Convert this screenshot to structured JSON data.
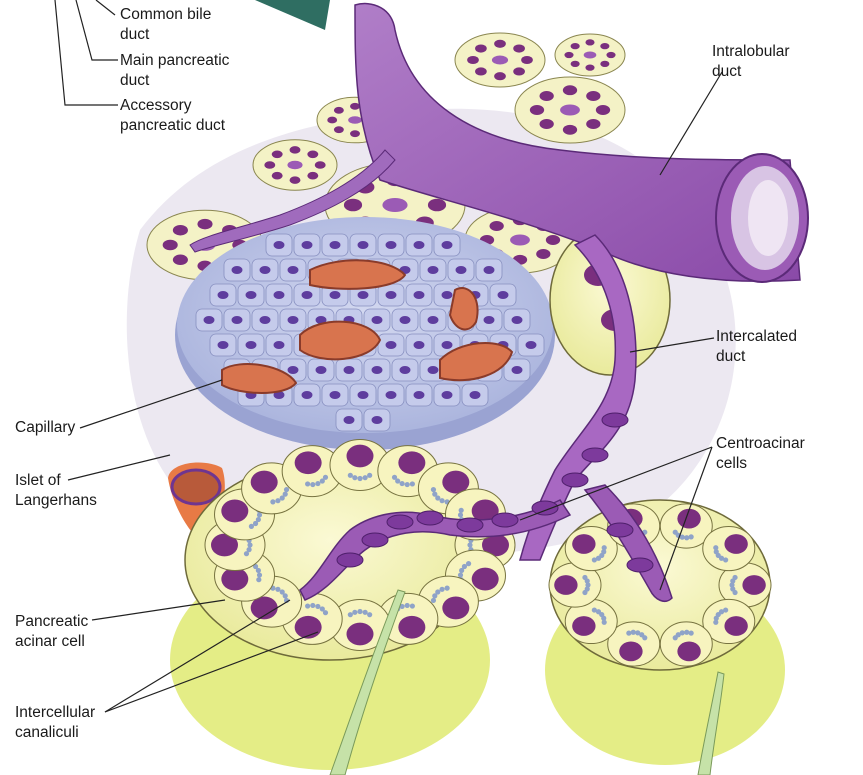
{
  "labels": {
    "common_bile_duct": [
      "Common bile",
      "duct"
    ],
    "main_pancreatic_duct": [
      "Main pancreatic",
      "duct"
    ],
    "accessory_pancreatic_duct": [
      "Accessory",
      "pancreatic duct"
    ],
    "intralobular_duct": [
      "Intralobular",
      "duct"
    ],
    "intercalated_duct": [
      "Intercalated",
      "duct"
    ],
    "centroacinar_cells": [
      "Centroacinar",
      "cells"
    ],
    "capillary": [
      "Capillary"
    ],
    "islet_of_langerhans": [
      "Islet of",
      "Langerhans"
    ],
    "pancreatic_acinar_cell": [
      "Pancreatic",
      "acinar cell"
    ],
    "intercellular_canaliculi": [
      "Intercellular",
      "canaliculi"
    ]
  },
  "colors": {
    "duct_purple": "#9b5bb5",
    "duct_dark": "#6f3590",
    "islet_cell": "#b9c2e6",
    "islet_nucleus": "#5e3d9e",
    "acinar_cell": "#f3f0b0",
    "acinar_base": "#e6ee8a",
    "acinar_nucleus": "#7a2f7e",
    "zymogen_granule": "#8fa3c8",
    "capillary_blood": "#d8744e",
    "leader_line": "#222222"
  }
}
